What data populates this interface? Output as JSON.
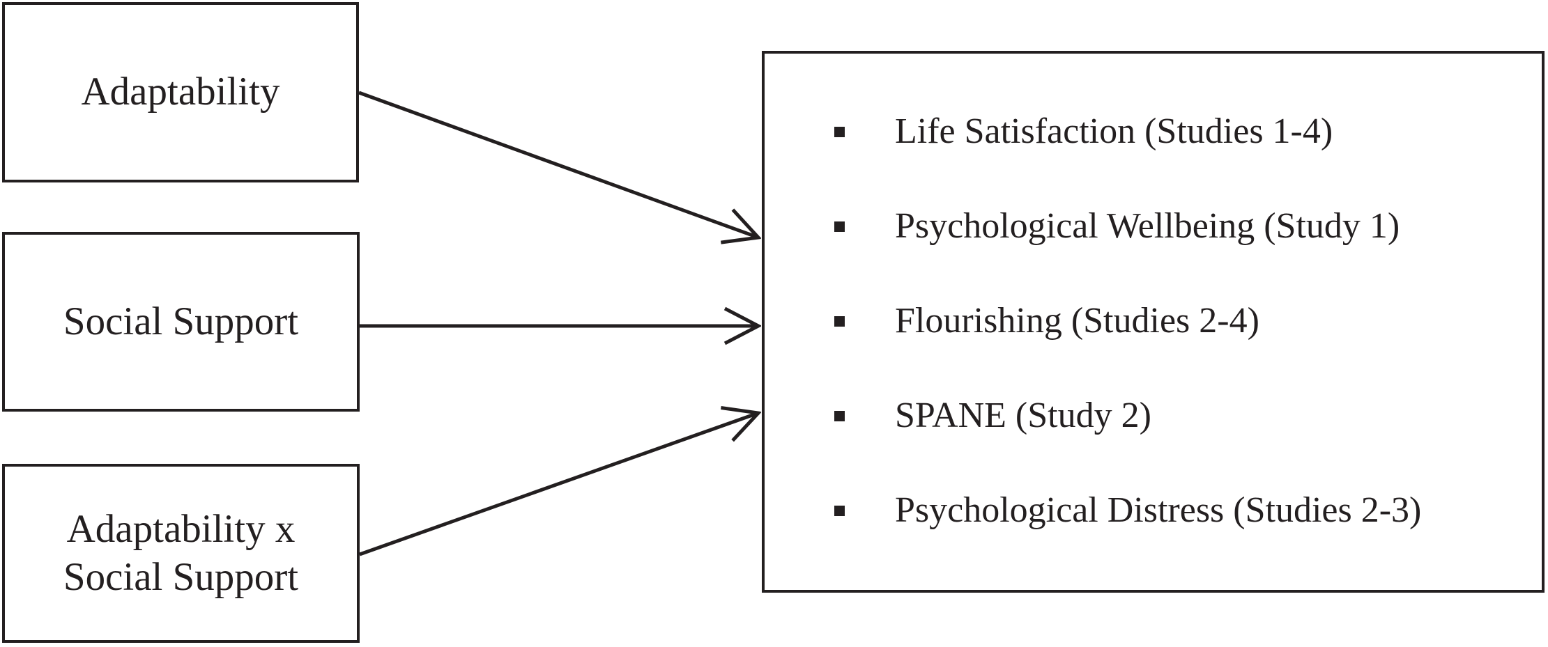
{
  "colors": {
    "ink": "#231f20",
    "background": "#ffffff"
  },
  "diagram": {
    "predictors": [
      {
        "label": "Adaptability"
      },
      {
        "label": "Social Support"
      },
      {
        "label": "Adaptability x\nSocial Support"
      }
    ],
    "outcomes": {
      "items": [
        "Life Satisfaction (Studies 1-4)",
        "Psychological Wellbeing (Study 1)",
        "Flourishing (Studies 2-4)",
        "SPANE (Study 2)",
        "Psychological Distress (Studies 2-3)"
      ]
    },
    "relations": [
      {
        "from": "Adaptability",
        "to": "outcomes"
      },
      {
        "from": "Social Support",
        "to": "outcomes"
      },
      {
        "from": "Adaptability x Social Support",
        "to": "outcomes"
      }
    ]
  }
}
